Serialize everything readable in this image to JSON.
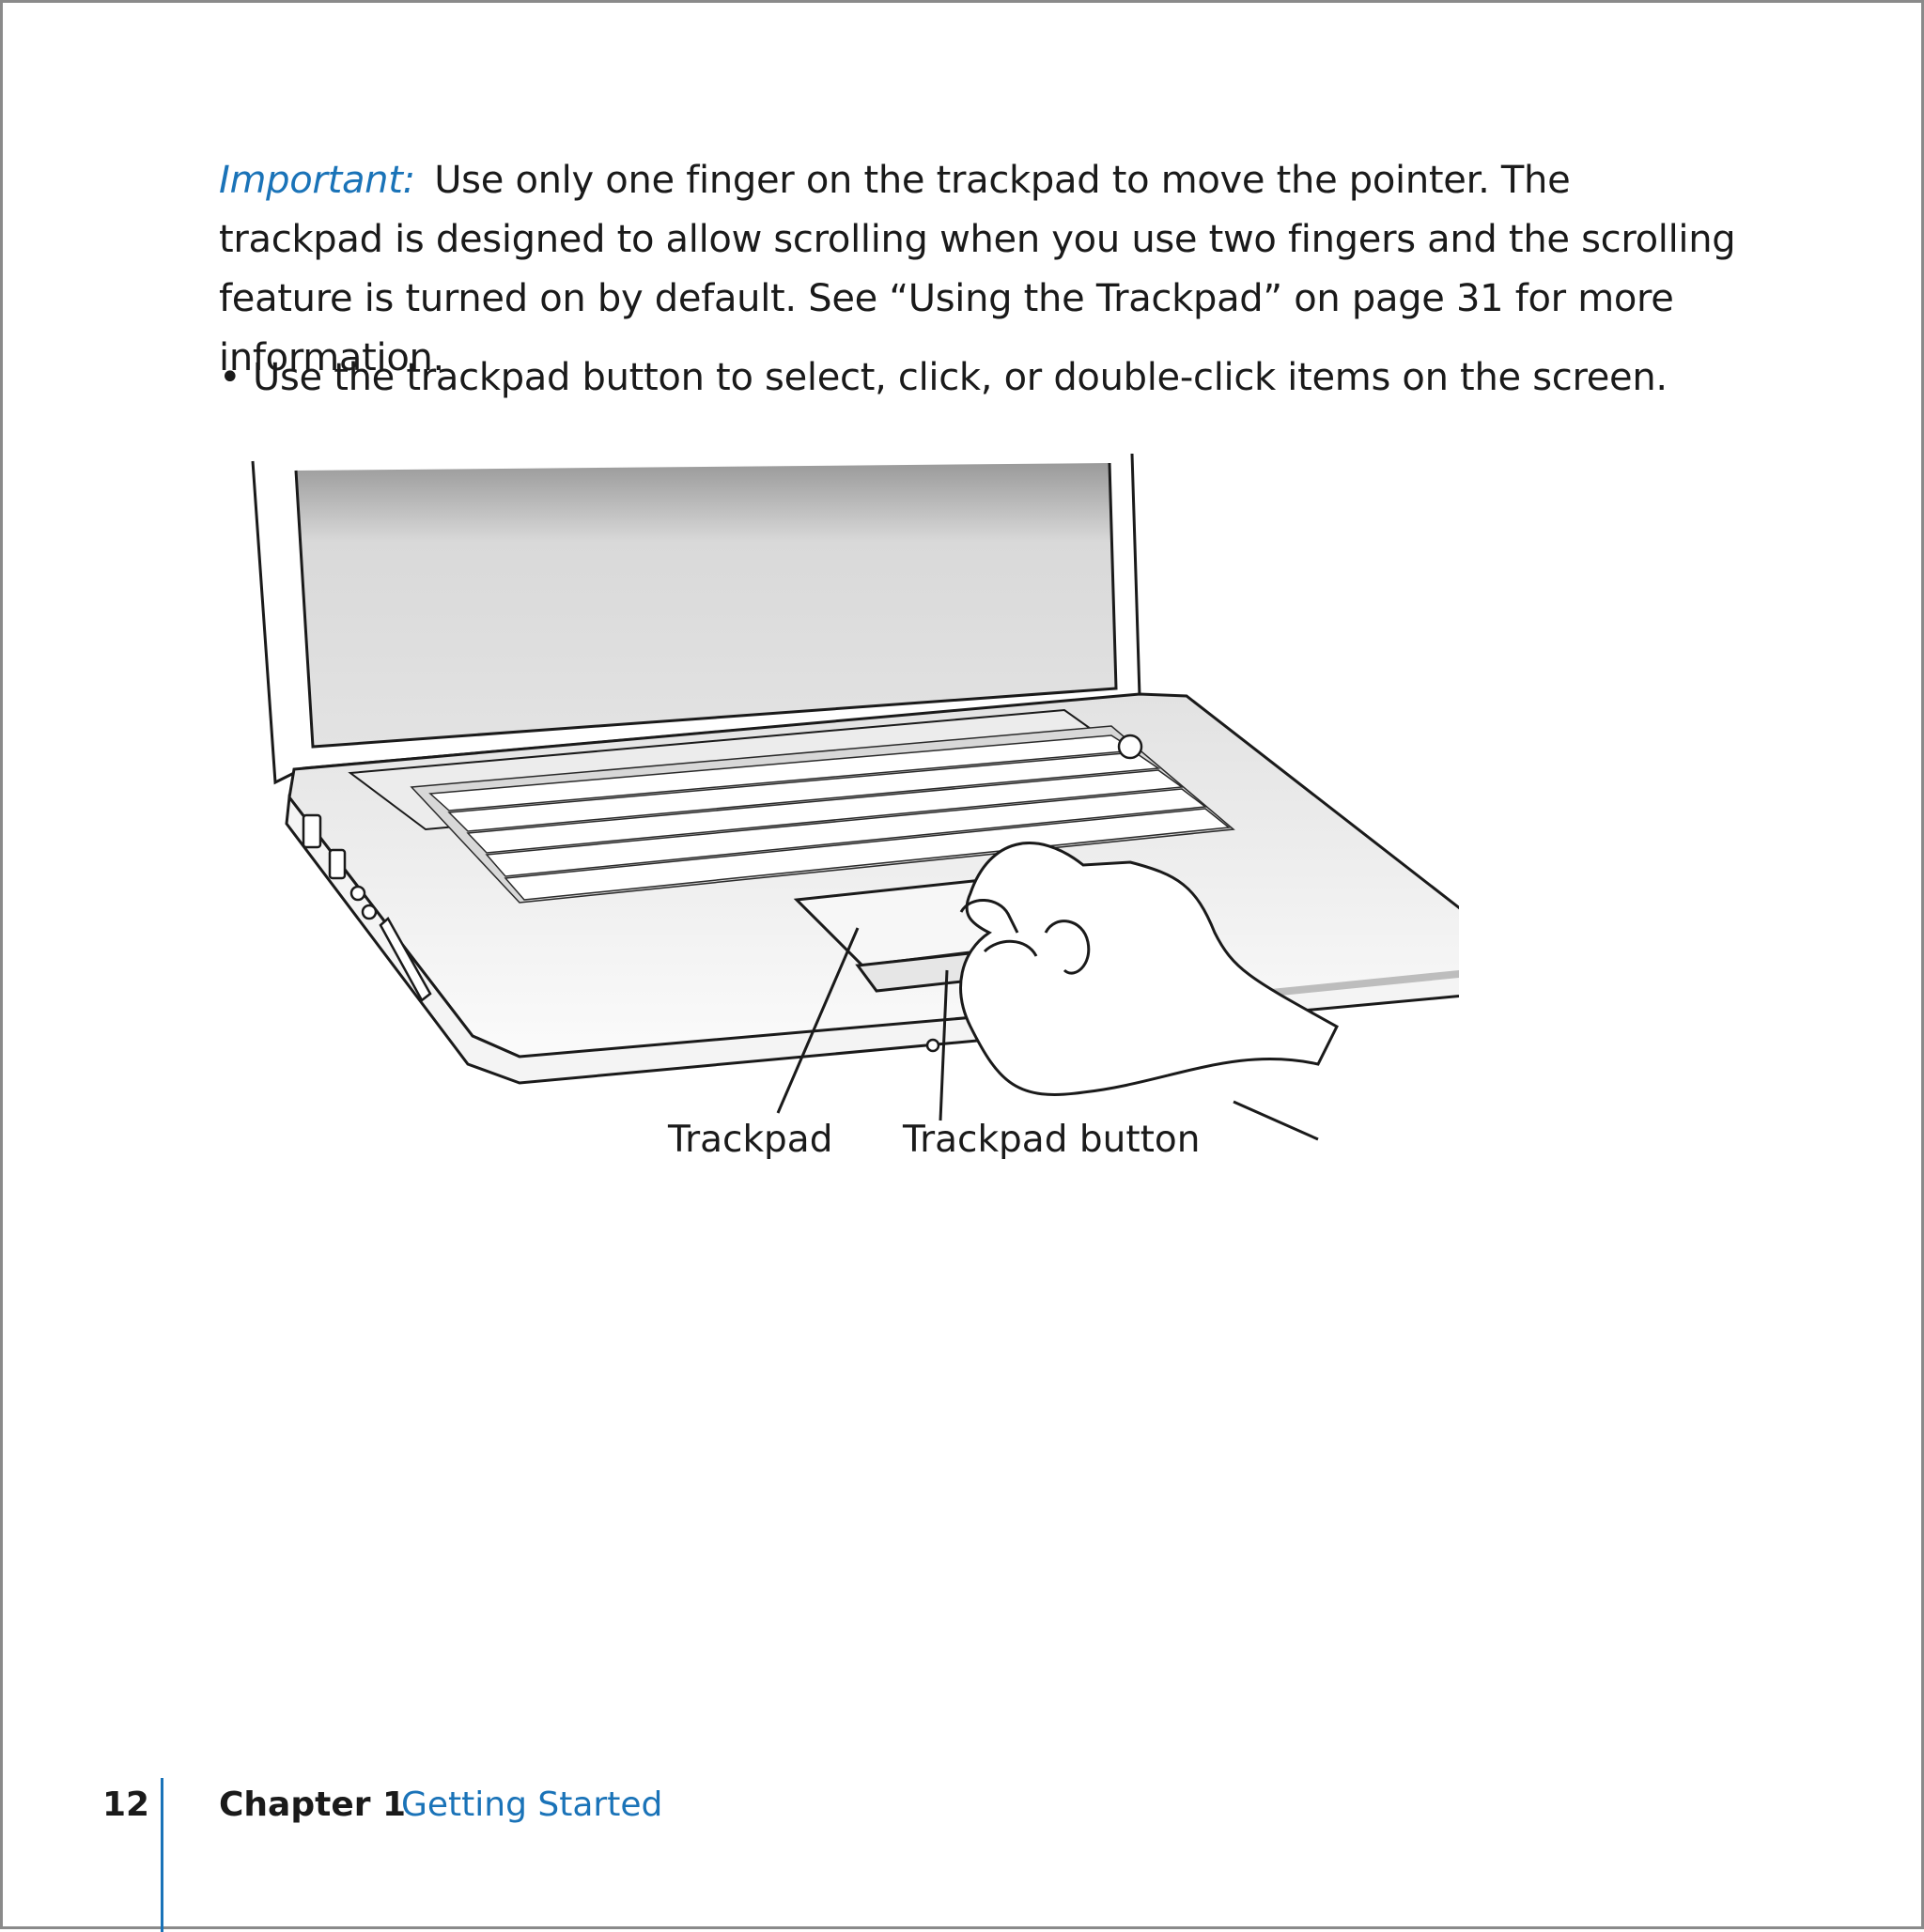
{
  "body": {
    "important_label": "Important:",
    "important_text": "Use only one finger on the trackpad to move the pointer. The trackpad is designed to allow scrolling when you use two fingers and the scrolling feature is turned on by default. See “Using the Trackpad” on page 31 for more information.",
    "bullet_symbol": "•",
    "bullet_text": "Use the trackpad button to select, click, or double-click items on the screen."
  },
  "figure": {
    "callout_trackpad": "Trackpad",
    "callout_trackpad_button": "Trackpad button"
  },
  "footer": {
    "page_number": "12",
    "chapter": "Chapter 1",
    "chapter_title": "Getting Started"
  },
  "colors": {
    "accent": "#1a73b8",
    "border": "#8a8a8a"
  }
}
